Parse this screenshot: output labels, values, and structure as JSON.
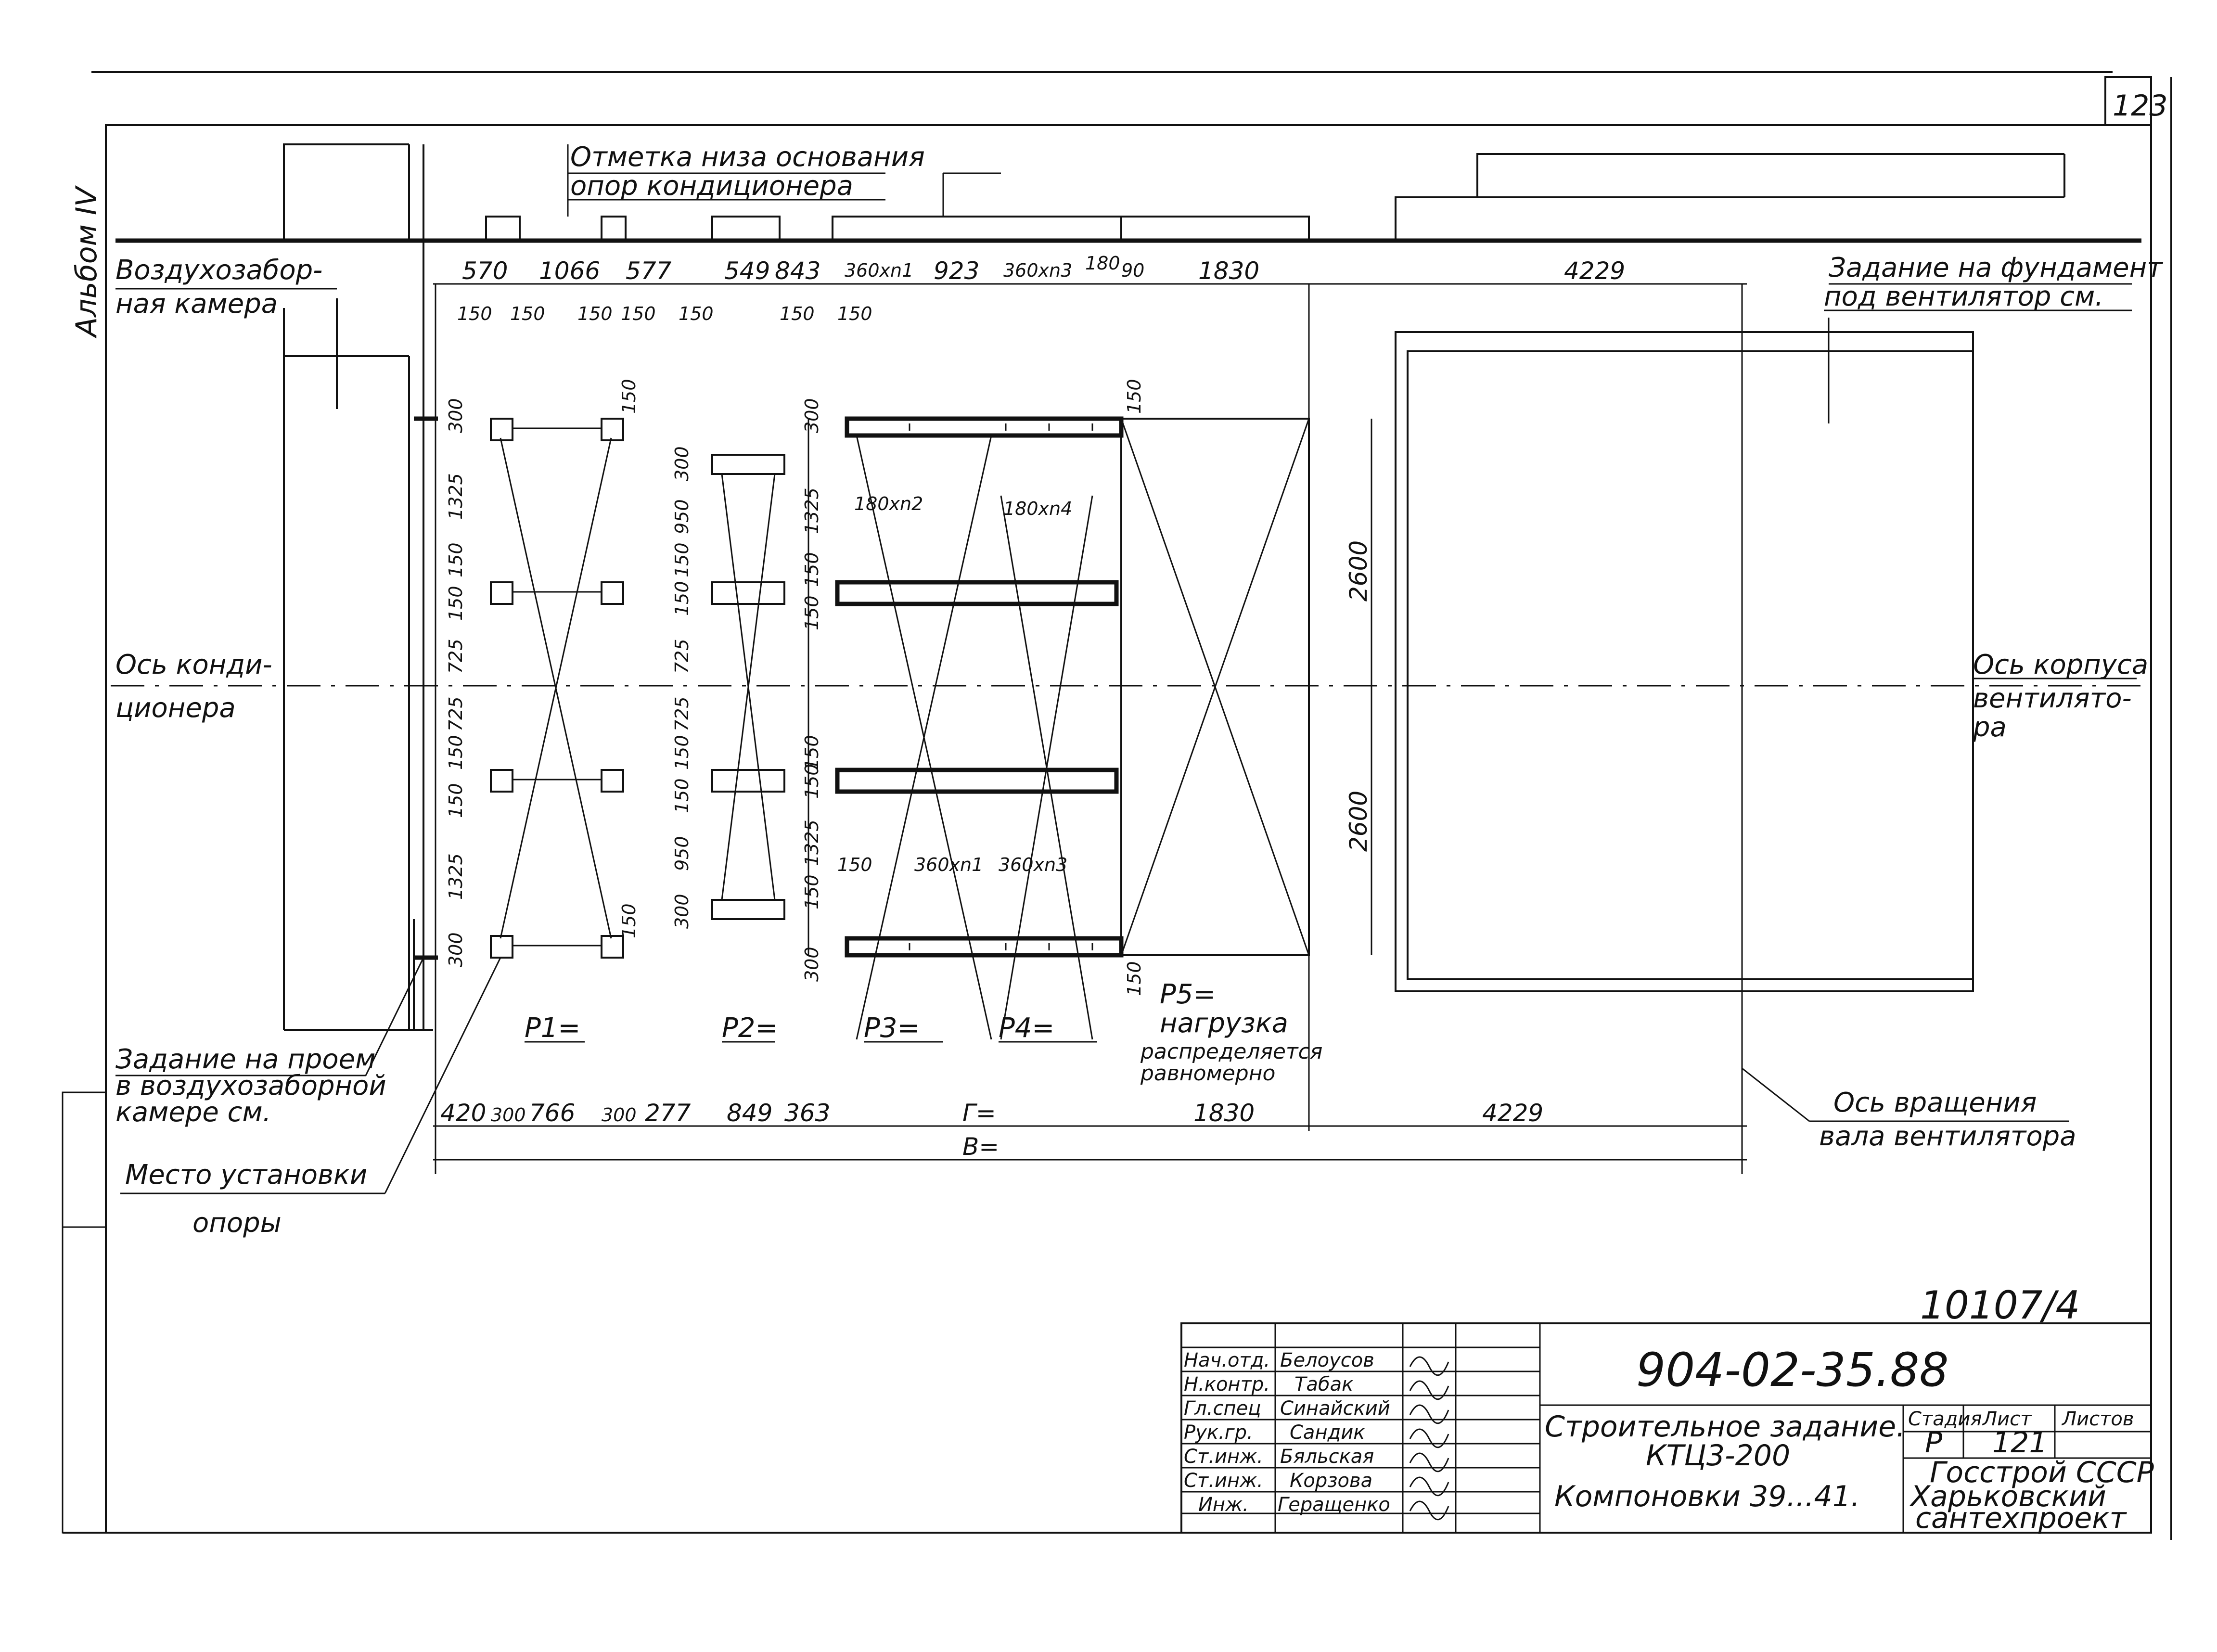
{
  "sheet": {
    "page_number": "123",
    "album": "Альбом IV",
    "document_number": "10107/4"
  },
  "notes": {
    "base_mark_line1": "Отметка низа основания",
    "base_mark_line2": "опор кондиционера",
    "intake_chamber_line1": "Воздухозабор-",
    "intake_chamber_line2": "ная камера",
    "fan_foundation_line1": "Задание на фундамент",
    "fan_foundation_line2": "под вентилятор см.",
    "conditioner_axis_line1": "Ось конди-",
    "conditioner_axis_line2": "ционера",
    "fan_body_axis_line1": "Ось корпуса",
    "fan_body_axis_line2": "вентилято-",
    "fan_body_axis_line3": "ра",
    "opening_task_line1": "Задание на проем",
    "opening_task_line2": "в воздухозаборной",
    "opening_task_line3": "камере см.",
    "support_place_line1": "Место установки",
    "support_place_line2": "опоры",
    "rotation_axis_line1": "Ось вращения",
    "rotation_axis_line2": "вала вентилятора",
    "p5_line1": "P5=",
    "p5_line2": "нагрузка",
    "p5_line3": "распределяется",
    "p5_line4": "равномерно"
  },
  "loads": {
    "p1": "P1=",
    "p2": "P2=",
    "p3": "P3=",
    "p4": "P4="
  },
  "dimensions": {
    "top": [
      "570",
      "1066",
      "577",
      "549",
      "843",
      "360xn1",
      "923",
      "360xn3",
      "180",
      "90",
      "1830",
      "4229"
    ],
    "top_small": [
      "150",
      "150",
      "150",
      "150",
      "150",
      "150",
      "150"
    ],
    "bottom": [
      "420",
      "300",
      "766",
      "300",
      "277",
      "849",
      "363",
      "Г=",
      "1830",
      "4229"
    ],
    "total": "B=",
    "vert_left": [
      "300",
      "1325",
      "150",
      "150",
      "725",
      "725",
      "150",
      "150",
      "1325",
      "300"
    ],
    "vert_mid": [
      "300",
      "950",
      "150",
      "150",
      "725",
      "725",
      "150",
      "150",
      "950",
      "300"
    ],
    "vert_right": [
      "300",
      "1325",
      "150",
      "150",
      "150",
      "150",
      "1325",
      "150",
      "300"
    ],
    "vert_far": [
      "2600",
      "2600"
    ],
    "beam_labels": [
      "180xn2",
      "180xn4",
      "360xn1",
      "360xn3"
    ],
    "side_150": [
      "150",
      "150",
      "150",
      "150",
      "150"
    ]
  },
  "title_block": {
    "roles": [
      "Нач.отд.",
      "Н.контр.",
      "Гл.спец",
      "Рук.гр.",
      "Ст.инж.",
      "Ст.инж.",
      "Инж."
    ],
    "names": [
      "Белоусов",
      "Табак",
      "Синайский",
      "Сандик",
      "Бяльская",
      "Корзова",
      "Геращенко"
    ],
    "code": "904-02-35.88",
    "title_line1": "Строительное задание.",
    "title_line2": "КТЦ3-200",
    "title_line3": "Компоновки 39...41.",
    "stage_header": "Стадия",
    "sheet_header": "Лист",
    "sheets_header": "Листов",
    "stage": "Р",
    "sheet": "121",
    "org_line1": "Госстрой СССР",
    "org_line2": "Харьковский",
    "org_line3": "сантехпроект"
  }
}
